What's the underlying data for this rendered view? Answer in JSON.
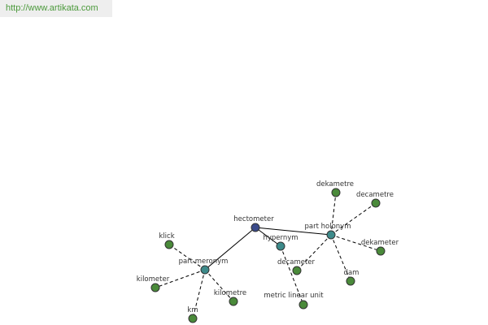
{
  "header": {
    "source_link": "http://www.artikata.com"
  },
  "colors": {
    "center": "#3a4a8a",
    "relation": "#3d8a8a",
    "leaf": "#4a8a3a",
    "edge": "#000000",
    "link_text": "#4c9a3c"
  },
  "graph": {
    "nodes": [
      {
        "id": "hectometer",
        "label": "hectometer",
        "kind": "center"
      },
      {
        "id": "part-meronym",
        "label": "part meronym",
        "kind": "relation"
      },
      {
        "id": "hypernym",
        "label": "hypernym",
        "kind": "relation"
      },
      {
        "id": "part-holonym",
        "label": "part holonym",
        "kind": "relation"
      },
      {
        "id": "klick",
        "label": "klick",
        "kind": "leaf"
      },
      {
        "id": "kilometer",
        "label": "kilometer",
        "kind": "leaf"
      },
      {
        "id": "km",
        "label": "km",
        "kind": "leaf"
      },
      {
        "id": "kilometre",
        "label": "kilometre",
        "kind": "leaf"
      },
      {
        "id": "metric-linear-unit",
        "label": "metric linear unit",
        "kind": "leaf"
      },
      {
        "id": "decameter",
        "label": "decameter",
        "kind": "leaf"
      },
      {
        "id": "dekametre",
        "label": "dekametre",
        "kind": "leaf"
      },
      {
        "id": "decametre",
        "label": "decametre",
        "kind": "leaf"
      },
      {
        "id": "dekameter",
        "label": "dekameter",
        "kind": "leaf"
      },
      {
        "id": "dam",
        "label": "dam",
        "kind": "leaf"
      }
    ],
    "edges": [
      {
        "from": "hectometer",
        "to": "part-meronym",
        "style": "solid"
      },
      {
        "from": "hectometer",
        "to": "hypernym",
        "style": "solid"
      },
      {
        "from": "hectometer",
        "to": "part-holonym",
        "style": "solid"
      },
      {
        "from": "part-meronym",
        "to": "klick",
        "style": "dashed"
      },
      {
        "from": "part-meronym",
        "to": "kilometer",
        "style": "dashed"
      },
      {
        "from": "part-meronym",
        "to": "km",
        "style": "dashed"
      },
      {
        "from": "part-meronym",
        "to": "kilometre",
        "style": "dashed"
      },
      {
        "from": "hypernym",
        "to": "metric-linear-unit",
        "style": "dashed"
      },
      {
        "from": "part-holonym",
        "to": "decameter",
        "style": "dashed"
      },
      {
        "from": "part-holonym",
        "to": "dekametre",
        "style": "dashed"
      },
      {
        "from": "part-holonym",
        "to": "decametre",
        "style": "dashed"
      },
      {
        "from": "part-holonym",
        "to": "dekameter",
        "style": "dashed"
      },
      {
        "from": "part-holonym",
        "to": "dam",
        "style": "dashed"
      }
    ]
  }
}
